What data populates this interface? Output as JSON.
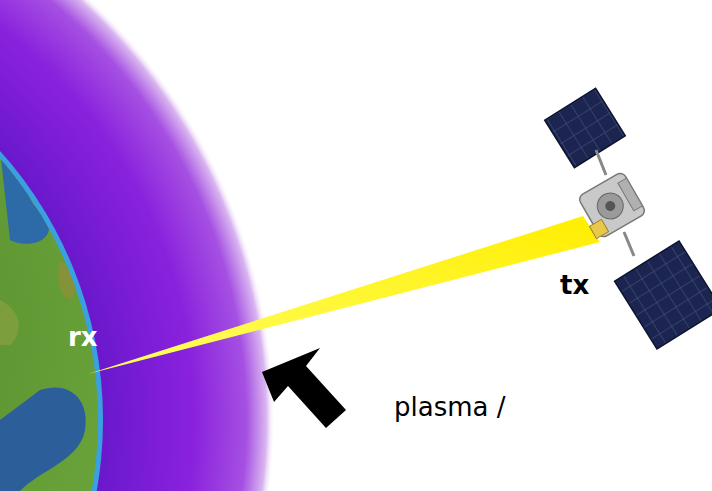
{
  "diagram": {
    "labels": [
      "rx",
      "tx",
      "plasma /"
    ]
  }
}
